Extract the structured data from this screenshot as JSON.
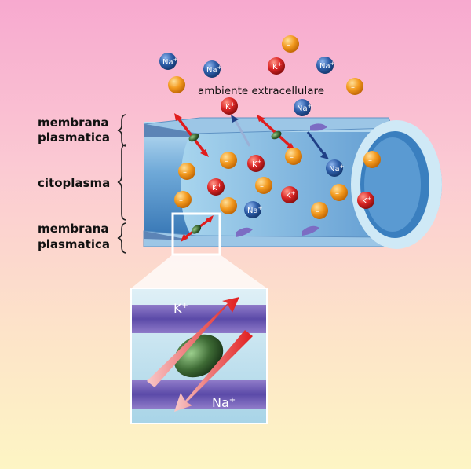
{
  "labels": {
    "membrane_top": [
      "membrana",
      "plasmatica"
    ],
    "cytoplasm": "citoplasma",
    "membrane_bottom": [
      "membrana",
      "plasmatica"
    ],
    "environment": "ambiente extracellulare"
  },
  "ions": {
    "sodium": "Na",
    "potassium": "K",
    "plus": "+",
    "minus": "–"
  },
  "zoom": {
    "potassium_label": "K",
    "sodium_label": "Na",
    "plus": "+"
  },
  "colors": {
    "sodium": "#2d5fa8",
    "potassium": "#d8232a",
    "anion": "#f39a1f",
    "membrane": "#7fb7de",
    "channel": "#3e6b35"
  }
}
